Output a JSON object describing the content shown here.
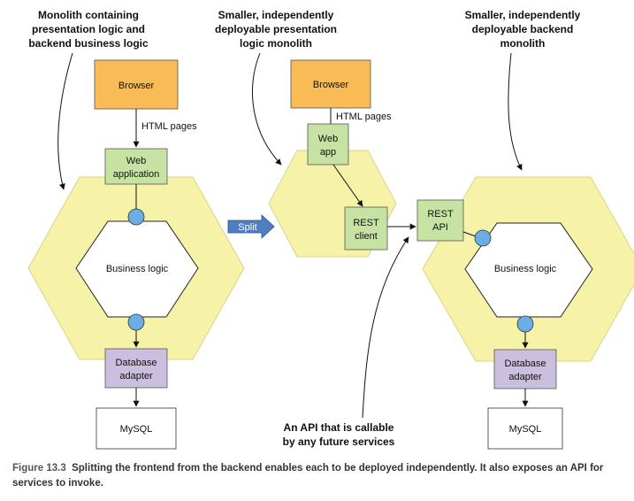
{
  "annotations": {
    "left_title": [
      "Monolith containing",
      "presentation logic and",
      "backend business logic"
    ],
    "middle_title": [
      "Smaller, independently",
      "deployable presentation",
      "logic monolith"
    ],
    "right_title": [
      "Smaller, independently",
      "deployable backend",
      "monolith"
    ],
    "api_note": [
      "An API that is callable",
      "by any future services"
    ]
  },
  "left": {
    "browser": "Browser",
    "html_pages": "HTML pages",
    "web_application": [
      "Web",
      "application"
    ],
    "business_logic": "Business logic",
    "database_adapter": [
      "Database",
      "adapter"
    ],
    "mysql": "MySQL"
  },
  "split": "Split",
  "middle": {
    "browser": "Browser",
    "html_pages": "HTML pages",
    "web_app": [
      "Web",
      "app"
    ],
    "rest_client": [
      "REST",
      "client"
    ]
  },
  "right": {
    "rest_api": [
      "REST",
      "API"
    ],
    "business_logic": "Business logic",
    "database_adapter": [
      "Database",
      "adapter"
    ],
    "mysql": "MySQL"
  },
  "caption": {
    "number": "Figure 13.3",
    "text": "Splitting the frontend from the backend enables each to be deployed independently. It also exposes an API for services to invoke."
  },
  "colors": {
    "hexagon_fill": "#f6f3a9",
    "browser_fill": "#f8bb55",
    "component_fill": "#c7e3a4",
    "adapter_fill": "#cbbfdf",
    "port_fill": "#6aaee4",
    "split_arrow": "#4f7fc2"
  }
}
